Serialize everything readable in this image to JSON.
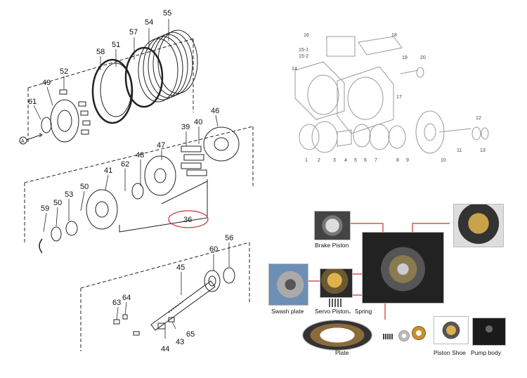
{
  "left_diagram": {
    "labels": {
      "n55": "55",
      "n54": "54",
      "n57": "57",
      "n51": "51",
      "n58": "58",
      "n52": "52",
      "n49": "49",
      "n61": "61",
      "nA": "A",
      "n46": "46",
      "n40": "40",
      "n39": "39",
      "n47": "47",
      "n48": "48",
      "n62": "62",
      "n41": "41",
      "n53": "53",
      "n50a": "50",
      "n50b": "50",
      "n59": "59",
      "n36": "36",
      "n60": "60",
      "n56": "56",
      "n45": "45",
      "n64": "64",
      "n63": "63",
      "n65": "65",
      "n43": "43",
      "n44": "44"
    }
  },
  "right_diagram": {
    "labels": {
      "n16": "16",
      "n18": "18",
      "n15_1": "15-1",
      "n15_2": "15-2",
      "n14": "14",
      "n19": "19",
      "n20": "20",
      "n17": "17",
      "n12": "12",
      "n13": "13",
      "n1": "1",
      "n2": "2",
      "n3": "3",
      "n4": "4",
      "n5": "5",
      "n6": "6",
      "n7": "7",
      "n8": "8",
      "n9": "9",
      "n10": "10",
      "n11": "11"
    }
  },
  "photos": {
    "brake_piston": "Brake Piston",
    "swash_plate": "Swash plate",
    "servo_piston": "Servo Piston、Spring",
    "plate": "Plate",
    "piston_shoe": "Piston Shoe",
    "pump_body": "Pump body"
  },
  "colors": {
    "callout_line": "#d32f2f",
    "outline": "#222222",
    "faint_outline": "#9a9a9a"
  }
}
